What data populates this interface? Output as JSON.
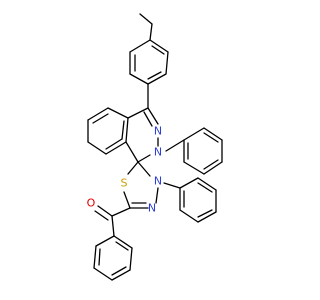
{
  "structure": {
    "atoms": {
      "n_ring1": "N",
      "n_ring2": "N",
      "s_ring": "S",
      "n_ring3": "N",
      "n_ring4": "N",
      "o_carbonyl": "O"
    },
    "colors": {
      "N": "#2e3fd6",
      "S": "#c8a000",
      "O": "#e00000",
      "bond": "#000000"
    }
  }
}
